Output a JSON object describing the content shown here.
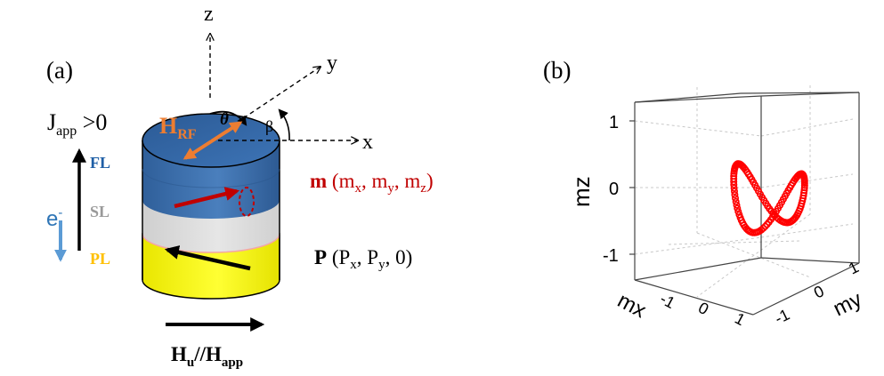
{
  "panel_a": {
    "label": "(a)",
    "axes": {
      "z": "z",
      "y": "y",
      "x": "x"
    },
    "angles": {
      "theta": "θ",
      "beta": "β"
    },
    "field_rf": {
      "main": "H",
      "sub": "RF"
    },
    "current": {
      "main": "J",
      "sub": "app",
      "rest": " >0"
    },
    "electron": {
      "main": "e",
      "sup": "-"
    },
    "layers": {
      "fl": {
        "text": "FL",
        "color": "#1f5fa6"
      },
      "sl": {
        "text": "SL",
        "color": "#9a9a9a"
      },
      "pl": {
        "text": "PL",
        "color": "#ffc000"
      }
    },
    "m_vector": {
      "bold": "m",
      "open": " (m",
      "sx": "x",
      "c1": ", m",
      "sy": "y",
      "c2": ", m",
      "sz": "z",
      "close": ")"
    },
    "p_vector": {
      "bold": "P",
      "open": " (P",
      "sx": "x",
      "c1": ", P",
      "sy": "y",
      "close": ", 0)"
    },
    "field_u": {
      "a": "H",
      "asub": "u",
      "mid": "//H",
      "bsub": "app"
    },
    "colors": {
      "orange": "#ed7d31",
      "red": "#c00000",
      "blue_text": "#2e75b6"
    }
  },
  "panel_b": {
    "label": "(b)",
    "axis_labels": {
      "mz": "mz",
      "mx": "mx",
      "my": "my"
    },
    "mz_ticks": [
      "1",
      "0",
      "-1"
    ],
    "mx_ticks": [
      "-1",
      "0",
      "1"
    ],
    "my_ticks": [
      "1",
      "0",
      "-1"
    ],
    "trajectory_color": "#ff0000"
  }
}
